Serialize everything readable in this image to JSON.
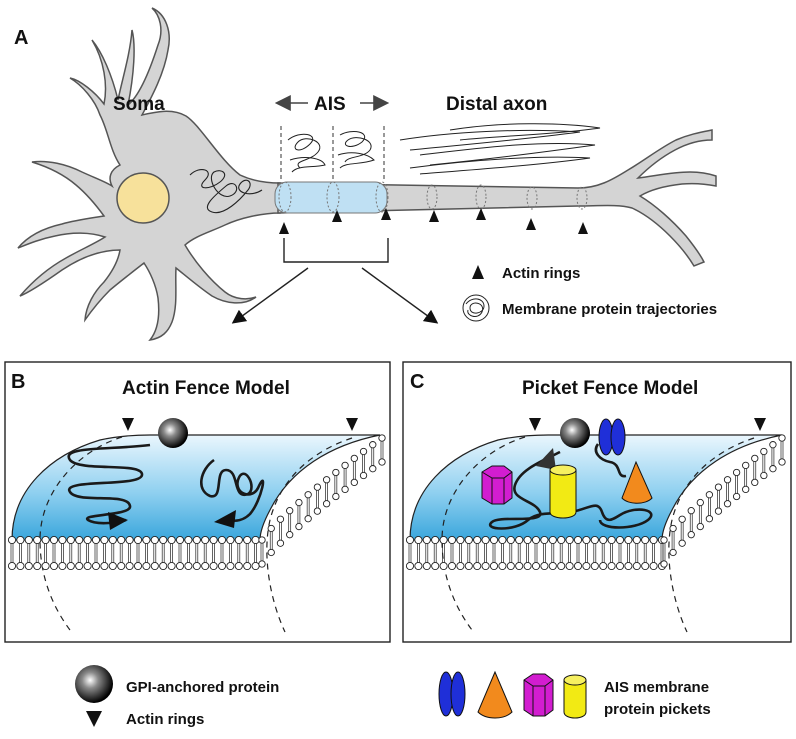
{
  "panel_a": {
    "letter": "A",
    "soma_label": "Soma",
    "ais_label": "AIS",
    "distal_label": "Distal axon",
    "legend_actin_rings": "Actin rings",
    "legend_trajectories": "Membrane protein trajectories"
  },
  "panel_b": {
    "letter": "B",
    "title": "Actin Fence Model"
  },
  "panel_c": {
    "letter": "C",
    "title": "Picket Fence Model"
  },
  "legend": {
    "gpi": "GPI-anchored protein",
    "actin_rings": "Actin rings",
    "pickets_line1": "AIS membrane",
    "pickets_line2": "protein pickets"
  },
  "colors": {
    "neuron_fill": "#d4d4d4",
    "nucleus": "#f7e19b",
    "ais_fill": "#bfe0f3",
    "membrane_blue": "#3aa6dc",
    "picket_blue": "#1f2fd8",
    "picket_orange": "#f28a1d",
    "picket_magenta": "#d21dd0",
    "picket_yellow": "#f2ea14"
  }
}
